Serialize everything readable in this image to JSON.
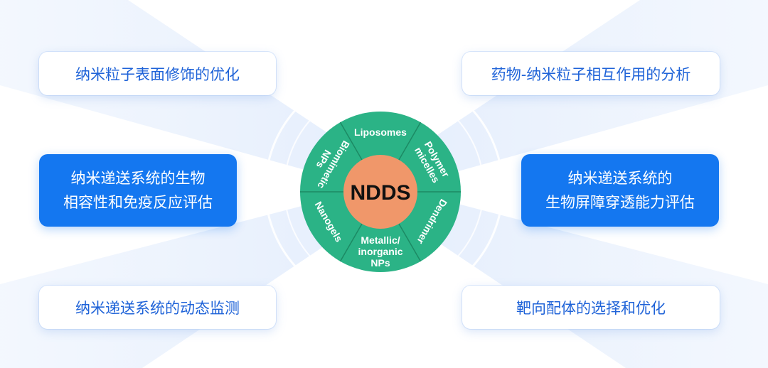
{
  "center": {
    "label": "NDDS",
    "color": "#f0976a"
  },
  "wheel_color": "#2bb386",
  "segments": [
    {
      "name": "liposomes",
      "lines": [
        "Liposomes"
      ]
    },
    {
      "name": "polymer-micelles",
      "lines": [
        "Polymer",
        "micelles"
      ]
    },
    {
      "name": "dendrimer",
      "lines": [
        "Dendrimer"
      ]
    },
    {
      "name": "metallic-inorganic-nps",
      "lines": [
        "Metallic/",
        "inorganic",
        "NPs"
      ]
    },
    {
      "name": "nanogels",
      "lines": [
        "Nanogels"
      ]
    },
    {
      "name": "biomimetic-nps",
      "lines": [
        "Biomimetic",
        "NPs"
      ]
    }
  ],
  "cards": {
    "top_left": {
      "text": "纳米粒子表面修饰的优化"
    },
    "top_right": {
      "text": "药物-纳米粒子相互作用的分析"
    },
    "mid_left": {
      "line1": "纳米递送系统的生物",
      "line2": "相容性和免疫反应评估"
    },
    "mid_right": {
      "line1": "纳米递送系统的",
      "line2": "生物屏障穿透能力评估"
    },
    "bottom_left": {
      "text": "纳米递送系统的动态监测"
    },
    "bottom_right": {
      "text": "靶向配体的选择和优化"
    }
  },
  "colors": {
    "primary": "#1477f0",
    "light_text": "#1f63d8",
    "beam": "#cfe0fb"
  }
}
